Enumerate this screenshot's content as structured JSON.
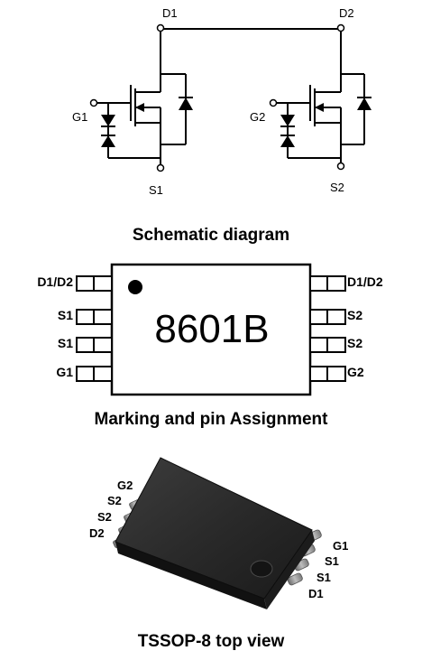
{
  "schematic": {
    "d1": "D1",
    "d2": "D2",
    "g1": "G1",
    "g2": "G2",
    "s1": "S1",
    "s2": "S2",
    "caption": "Schematic diagram"
  },
  "marking": {
    "part_number": "8601B",
    "left_pins": [
      "D1/D2",
      "S1",
      "S1",
      "G1"
    ],
    "right_pins": [
      "D1/D2",
      "S2",
      "S2",
      "G2"
    ],
    "caption": "Marking and pin Assignment"
  },
  "package": {
    "left_pins": [
      "G2",
      "S2",
      "S2",
      "D2"
    ],
    "right_pins": [
      "G1",
      "S1",
      "S1",
      "D1"
    ],
    "caption": "TSSOP-8 top view"
  }
}
